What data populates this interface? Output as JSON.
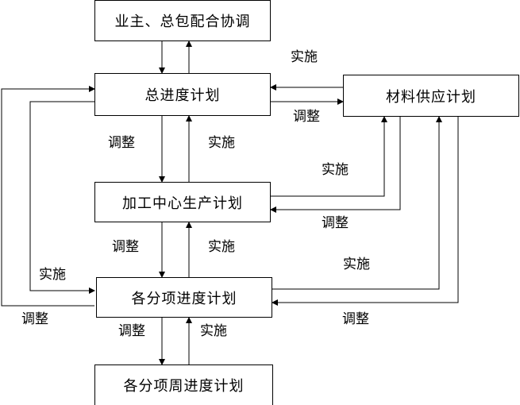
{
  "nodes": {
    "owner": "业主、总包配合协调",
    "master": "总进度计划",
    "material": "材料供应计划",
    "machining": "加工中心生产计划",
    "sub": "各分项进度计划",
    "weekly": "各分项周进度计划"
  },
  "labels": {
    "implement": "实施",
    "adjust": "调整"
  }
}
